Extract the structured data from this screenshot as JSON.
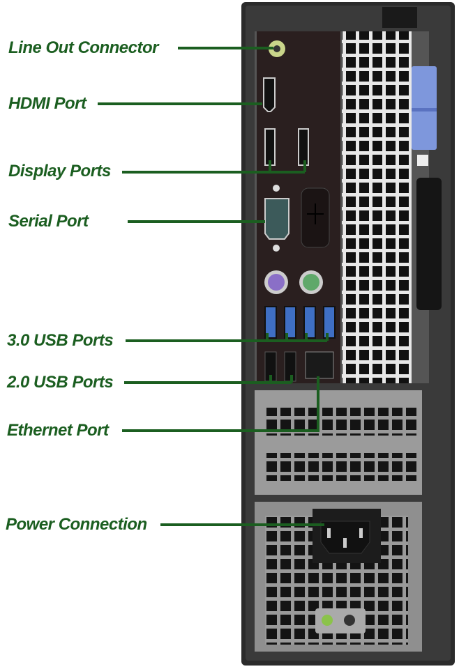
{
  "diagram": {
    "subject": "Desktop PC rear panel",
    "accent_color": "#1b5e20",
    "labels": [
      {
        "id": "line-out",
        "text": "Line Out Connector"
      },
      {
        "id": "hdmi",
        "text": "HDMI Port"
      },
      {
        "id": "display",
        "text": "Display Ports"
      },
      {
        "id": "serial",
        "text": "Serial Port"
      },
      {
        "id": "usb3",
        "text": "3.0 USB Ports"
      },
      {
        "id": "usb2",
        "text": "2.0 USB Ports"
      },
      {
        "id": "ethernet",
        "text": "Ethernet Port"
      },
      {
        "id": "power",
        "text": "Power Connection"
      }
    ]
  }
}
